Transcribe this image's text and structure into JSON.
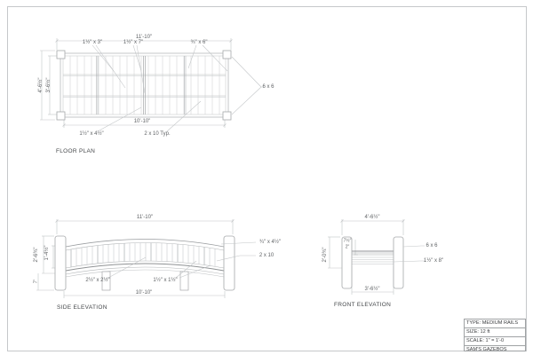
{
  "views": {
    "floor_plan": {
      "title": "FLOOR PLAN",
      "dim_top": "11'-10\"",
      "dim_bottom": "10'-10\"",
      "dim_left_outer": "4'-6½\"",
      "dim_left_inner": "3'-6½\"",
      "callout_cross_piece": "1½\" x 3\"",
      "callout_stringer": "1½\" x 7\"",
      "callout_decking": "¾\" x 6\"",
      "callout_post": "6 x 6",
      "callout_ledger": "1½\" x 4½\"",
      "callout_joist": "2 x 10 Typ."
    },
    "side_elevation": {
      "title": "SIDE ELEVATION",
      "dim_top": "11'-10\"",
      "dim_bottom": "10'-10\"",
      "dim_left_outer": "2'-6¾\"",
      "dim_left_inner": "1'-4½\"",
      "dim_left_small": "7\"",
      "callout_cap_rail": "¾\" x 4½\"",
      "callout_beam": "2 x 10",
      "callout_support": "2½\" x 2½\"",
      "callout_baluster": "1½\" x 1½\""
    },
    "front_elevation": {
      "title": "FRONT ELEVATION",
      "dim_top": "4'-6½\"",
      "dim_bottom": "3'-6½\"",
      "dim_left": "2'-0¾\"",
      "dim_rail_upper": "7½\"",
      "dim_rail_lower": "2\"",
      "callout_post": "6 x 6",
      "callout_deck_board": "1½\" x 8\""
    }
  },
  "title_block": {
    "rows": [
      "TYPE: MEDIUM RAILS",
      "SIZE: 12 ft",
      "SCALE: 1\" = 1'-0",
      "SAM'S GAZEBOS"
    ]
  }
}
